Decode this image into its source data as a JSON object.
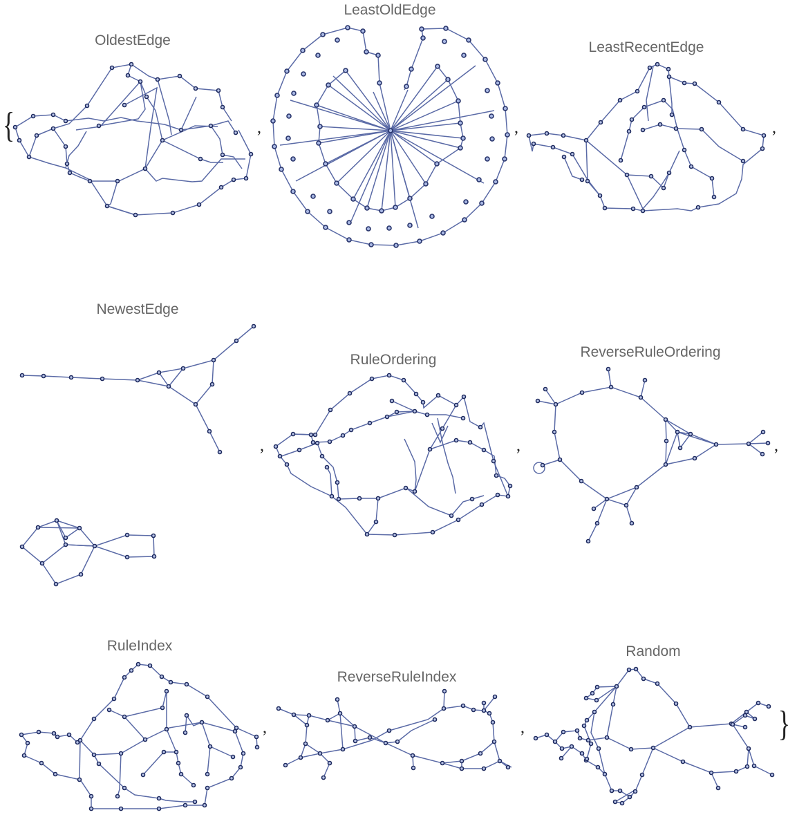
{
  "list": {
    "open_brace": "{",
    "close_brace": "}",
    "separator": ","
  },
  "graphs": [
    {
      "title": "OldestEdge"
    },
    {
      "title": "LeastOldEdge"
    },
    {
      "title": "LeastRecentEdge"
    },
    {
      "title": "NewestEdge"
    },
    {
      "title": "RuleOrdering"
    },
    {
      "title": "ReverseRuleOrdering"
    },
    {
      "title": "RuleIndex"
    },
    {
      "title": "ReverseRuleIndex"
    },
    {
      "title": "Random"
    }
  ],
  "colors": {
    "edge": "#5a6aa6",
    "vertex_fill": "#b8c4e8",
    "vertex_stroke": "#1e2a5e",
    "title": "#666666"
  }
}
